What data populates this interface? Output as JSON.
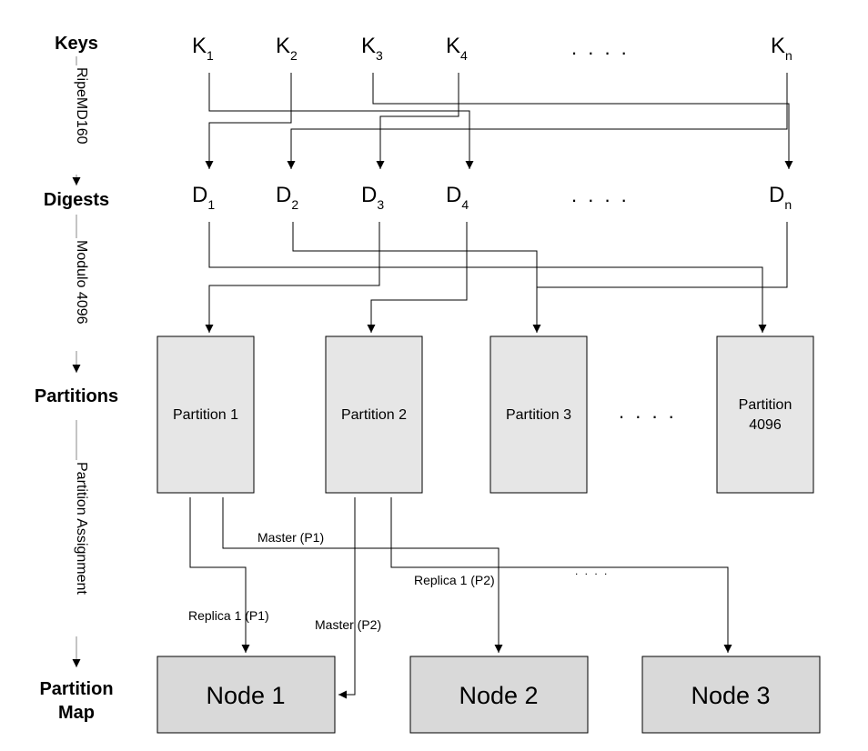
{
  "stage_labels": {
    "keys": "Keys",
    "digests": "Digests",
    "partitions": "Partitions",
    "partition_map_line1": "Partition",
    "partition_map_line2": "Map"
  },
  "transform_labels": {
    "hash": "RipeMD160",
    "modulo": "Modulo 4096",
    "assignment": "Partition Assignment"
  },
  "keys": [
    {
      "letter": "K",
      "sub": "1"
    },
    {
      "letter": "K",
      "sub": "2"
    },
    {
      "letter": "K",
      "sub": "3"
    },
    {
      "letter": "K",
      "sub": "4"
    },
    {
      "letter": "K",
      "sub": "n"
    }
  ],
  "digests": [
    {
      "letter": "D",
      "sub": "1"
    },
    {
      "letter": "D",
      "sub": "2"
    },
    {
      "letter": "D",
      "sub": "3"
    },
    {
      "letter": "D",
      "sub": "4"
    },
    {
      "letter": "D",
      "sub": "n"
    }
  ],
  "ellipsis": ". . . .",
  "ellipsis_small": ". . . .",
  "partitions": [
    {
      "label": "Partition 1"
    },
    {
      "label": "Partition 2"
    },
    {
      "label": "Partition 3"
    },
    {
      "label_line1": "Partition",
      "label_line2": "4096"
    }
  ],
  "nodes": [
    {
      "label": "Node 1"
    },
    {
      "label": "Node 2"
    },
    {
      "label": "Node 3"
    }
  ],
  "edge_labels": {
    "master_p1": "Master (P1)",
    "replica1_p2": "Replica 1 (P2)",
    "replica1_p1": "Replica 1 (P1)",
    "master_p2": "Master (P2)"
  }
}
